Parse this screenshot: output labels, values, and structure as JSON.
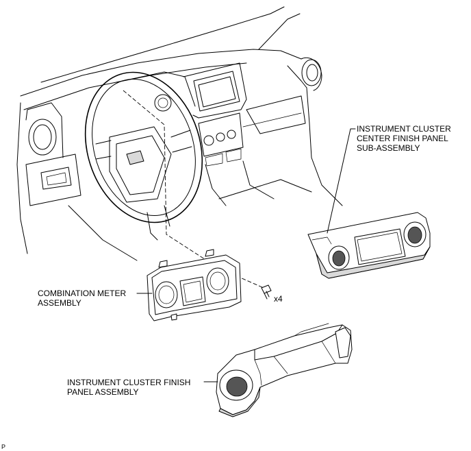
{
  "labels": {
    "center_panel": [
      "INSTRUMENT CLUSTER",
      "CENTER FINISH PANEL",
      "SUB-ASSEMBLY"
    ],
    "meter": [
      "COMBINATION METER",
      "ASSEMBLY"
    ],
    "finish_panel": [
      "INSTRUMENT CLUSTER FINISH",
      "PANEL ASSEMBLY"
    ],
    "screw_qty": "x4",
    "corner_code": "P"
  }
}
